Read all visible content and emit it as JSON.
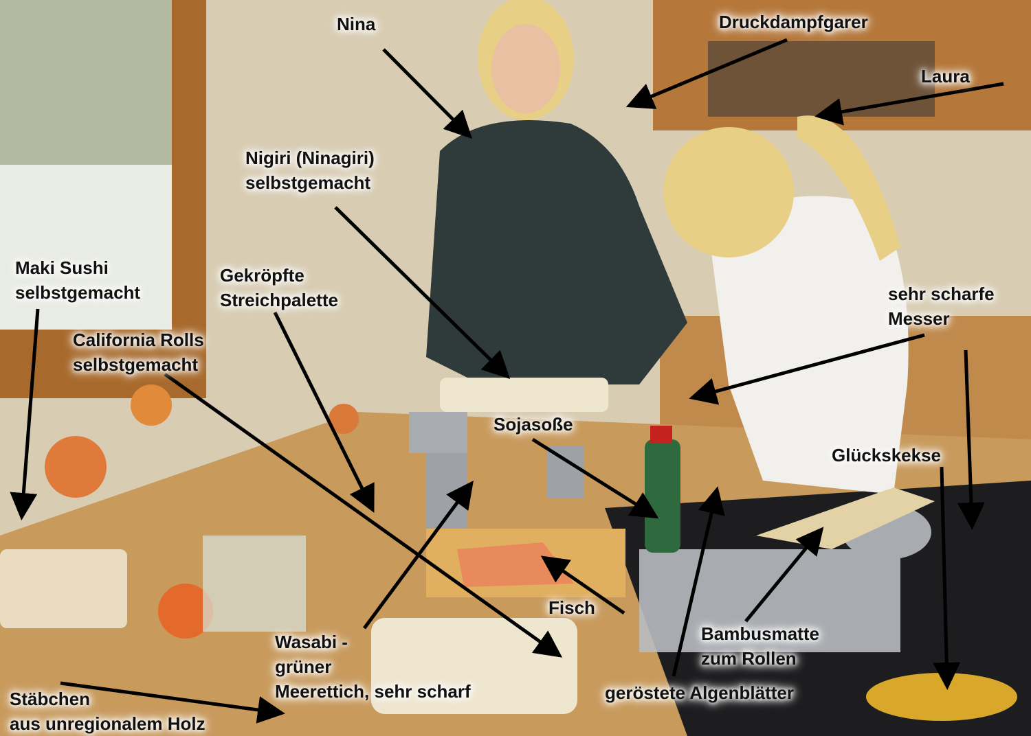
{
  "labels": {
    "nina": "Nina",
    "druckdampfgarer": "Druckdampfgarer",
    "laura": "Laura",
    "nigiri_1": "Nigiri (Ninagiri)",
    "nigiri_2": "selbstgemacht",
    "maki_1": "Maki Sushi",
    "maki_2": "selbstgemacht",
    "palette_1": "Gekröpfte",
    "palette_2": "Streichpalette",
    "california_1": "California Rolls",
    "california_2": "selbstgemacht",
    "messer_1": "sehr scharfe",
    "messer_2": "Messer",
    "soja": "Sojasoße",
    "glueck": "Glückskekse",
    "fisch": "Fisch",
    "wasabi_1": "Wasabi -",
    "wasabi_2": "grüner",
    "wasabi_3": "Meerettich, sehr scharf",
    "bambus_1": "Bambusmatte",
    "bambus_2": "zum Rollen",
    "algen": "geröstete Algenblätter",
    "staebchen_1": "Stäbchen",
    "staebchen_2": "aus unregionalem Holz"
  },
  "colors": {
    "wall": "#d9cdb4",
    "wood": "#c89a5c",
    "window_frame": "#a86a2c",
    "sweater": "#2f3a3a",
    "shirt": "#f2f0ec",
    "hair": "#e8cf86"
  }
}
